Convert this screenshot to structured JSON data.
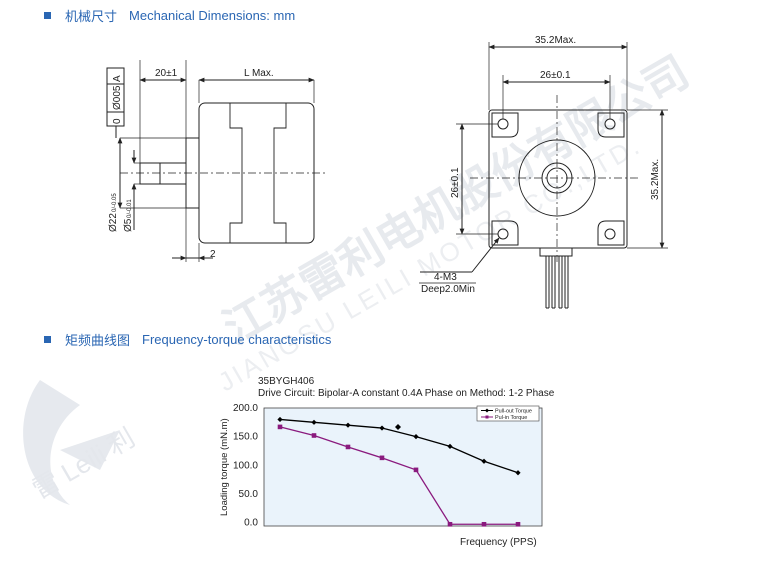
{
  "sections": {
    "mechanical": {
      "title_zh": "机械尺寸",
      "title_en": "Mechanical Dimensions: mm"
    },
    "frequency": {
      "title_zh": "矩频曲线图",
      "title_en": "Frequency-torque characteristics"
    }
  },
  "drawing": {
    "side": {
      "dim_shaft_length": "20±1",
      "dim_body_length": "L Max.",
      "dim_flange": "2",
      "tol_flat": "0",
      "tol_perp": "Ø005",
      "tol_datum": "A",
      "dia_boss": "Ø22",
      "dia_boss_tol": "0/-0.05",
      "dia_shaft": "Ø5",
      "dia_shaft_tol": "0/-0.01"
    },
    "front": {
      "dim_width_max": "35.2Max.",
      "dim_hole_spacing": "26±0.1",
      "dim_hole_spacing_v": "26±0.1",
      "dim_height_max": "35.2Max.",
      "hole_note_1": "4-M3",
      "hole_note_2": "Deep2.0Min"
    }
  },
  "watermark": {
    "company_zh": "江苏雷利电机股份有限公司",
    "company_en": "JIANGSU LEILI MOTOR CO.,LTD.",
    "logo_text": "雷 Leili 利"
  },
  "chart_data": {
    "type": "line",
    "model": "35BYGH406",
    "drive": "Drive Circuit: Bipolar-A constant 0.4A Phase on Method: 1-2 Phase",
    "xlabel": "Frequency (PPS)",
    "ylabel": "Loading torque (mN.m)",
    "ylim": [
      0,
      200
    ],
    "yticks": [
      "0.0",
      "50.0",
      "100.0",
      "150.0",
      "200.0"
    ],
    "grid": false,
    "legend_position": "top-right",
    "series": [
      {
        "name": "Pull-out Torque",
        "color": "#000000",
        "marker": "diamond",
        "points": [
          [
            0,
            180
          ],
          [
            1,
            175
          ],
          [
            2,
            170
          ],
          [
            3,
            165
          ],
          [
            4,
            150
          ],
          [
            5,
            133
          ],
          [
            6,
            107
          ],
          [
            7,
            87
          ]
        ]
      },
      {
        "name": "Pul-in Torque",
        "color": "#8a1a7e",
        "marker": "square",
        "points": [
          [
            0,
            167
          ],
          [
            1,
            152
          ],
          [
            2,
            132
          ],
          [
            3,
            113
          ],
          [
            4,
            92
          ],
          [
            5,
            -3
          ],
          [
            6,
            -3
          ],
          [
            7,
            -3
          ]
        ]
      }
    ]
  }
}
